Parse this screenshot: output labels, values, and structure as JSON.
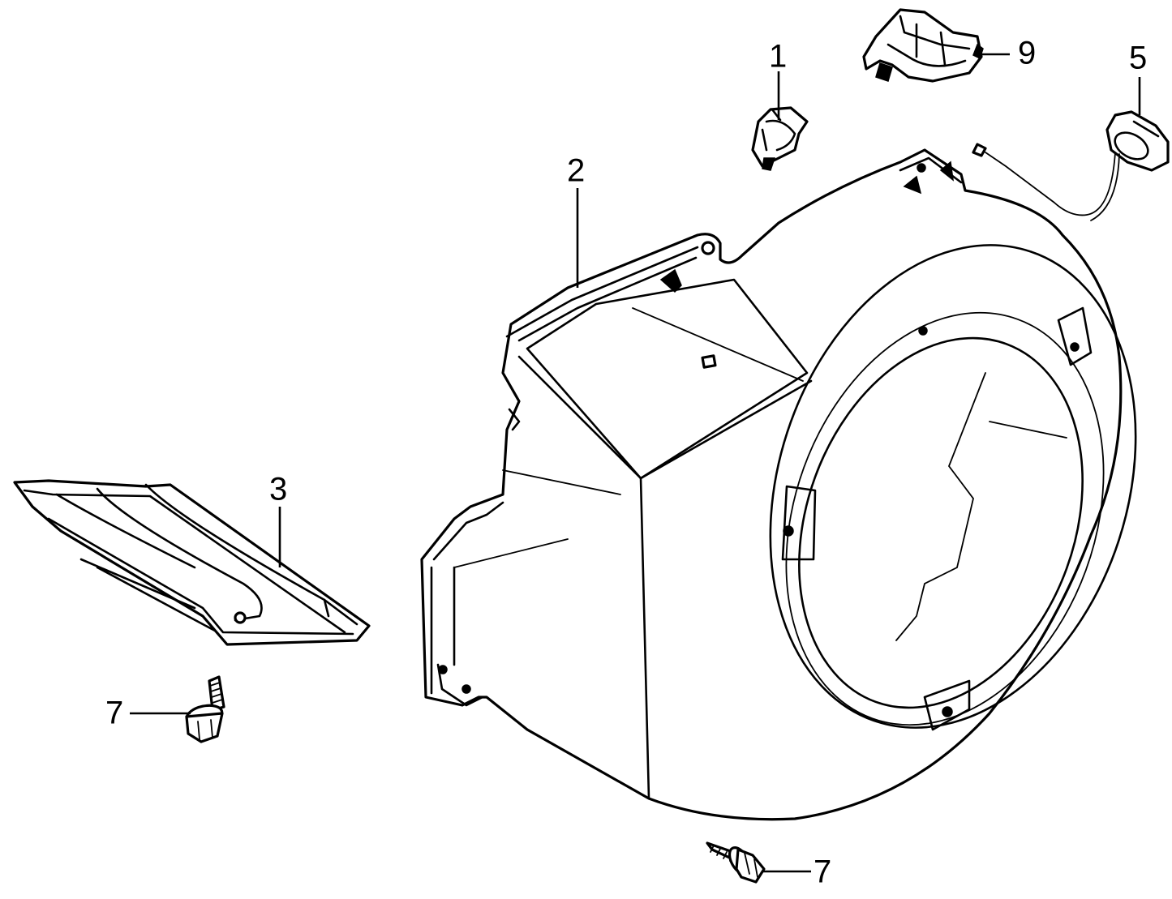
{
  "callouts": {
    "part_1": "1",
    "part_2": "2",
    "part_3": "3",
    "part_5": "5",
    "part_7_left": "7",
    "part_7_bottom": "7",
    "part_9": "9"
  },
  "colors": {
    "ink": "#000000",
    "paper": "#ffffff"
  }
}
